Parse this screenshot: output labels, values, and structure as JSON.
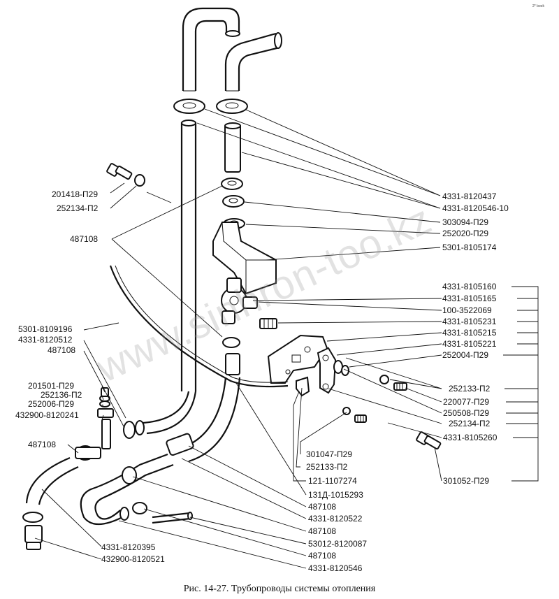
{
  "corner_mark": "2* book",
  "watermark": "www.sinhron-too.kz",
  "caption": "Рис. 14-27. Трубопроводы системы отопления",
  "labels": {
    "l201418": "201418-П29",
    "l252134_top": "252134-П2",
    "l487108_left": "487108",
    "l5301_8109196": "5301-8109196",
    "l4331_8120512": "4331-8120512",
    "l487108_mid": "487108",
    "l201501": "201501-П29",
    "l252136": "252136-П2",
    "l252006": "252006-П29",
    "l432900_8120241": "432900-8120241",
    "l487108_low": "487108",
    "l4331_8120395": "4331-8120395",
    "l432900_8120521": "432900-8120521",
    "l4331_8120437": "4331-8120437",
    "l4331_8120546_10": "4331-8120546-10",
    "l303094": "303094-П29",
    "l252020": "252020-П29",
    "l5301_8105174": "5301-8105174",
    "l4331_8105160": "4331-8105160",
    "l4331_8105165": "4331-8105165",
    "l100_3522069": "100-3522069",
    "l4331_8105231": "4331-8105231",
    "l4331_8105215": "4331-8105215",
    "l4331_8105221": "4331-8105221",
    "l252004": "252004-П29",
    "l252133_right": "252133-П2",
    "l220077": "220077-П29",
    "l250508": "250508-П29",
    "l252134_right": "252134-П2",
    "l4331_8105260": "4331-8105260",
    "l301052": "301052-П29",
    "l301047": "301047-П29",
    "l252133_mid": "252133-П2",
    "l121_1107274": "121-1107274",
    "l131d_1015293": "131Д-1015293",
    "l487108_b1": "487108",
    "l4331_8120522": "4331-8120522",
    "l487108_b2": "487108",
    "l53012_8120087": "53012-8120087",
    "l487108_b3": "487108",
    "l4331_8120546": "4331-8120546"
  }
}
